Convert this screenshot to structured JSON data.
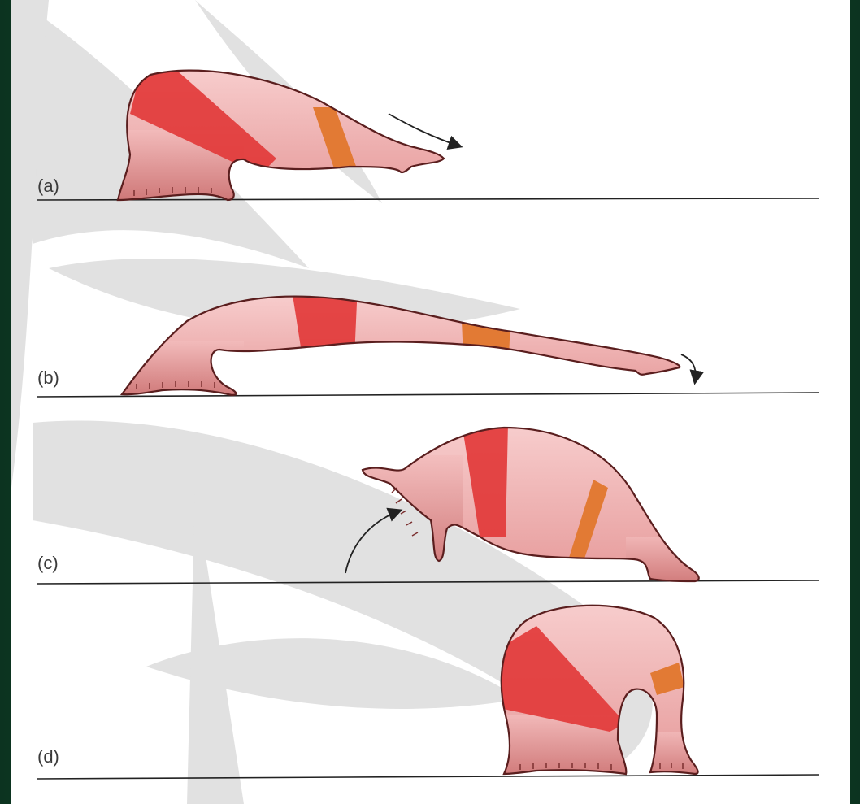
{
  "stages": [
    {
      "label": "(a)"
    },
    {
      "label": "(b)"
    },
    {
      "label": "(c)"
    },
    {
      "label": "(d)"
    }
  ],
  "colors": {
    "body": "#f2b8b8",
    "outline": "#5a1e1e",
    "band_red": "#e23a3a",
    "band_orange": "#e27a34",
    "ground": "#222222",
    "background_leaf": "#dcdcdc",
    "frame_green": "#0f3a24"
  }
}
